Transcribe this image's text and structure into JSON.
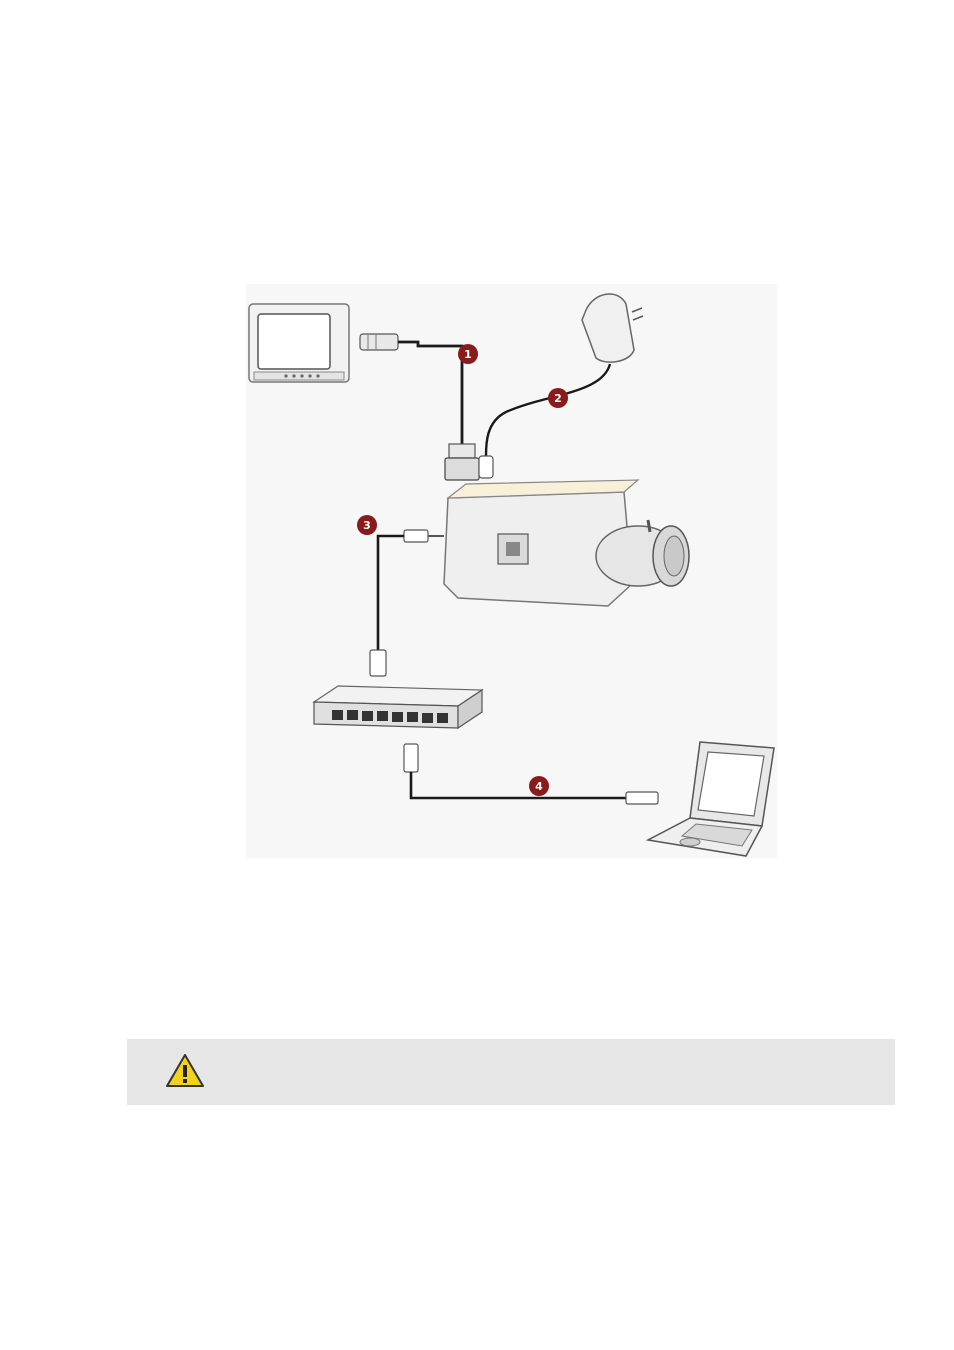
{
  "figure": {
    "callouts": [
      "1",
      "2",
      "3",
      "4"
    ]
  },
  "warning": {
    "icon": "warning-triangle-icon",
    "text": ""
  }
}
